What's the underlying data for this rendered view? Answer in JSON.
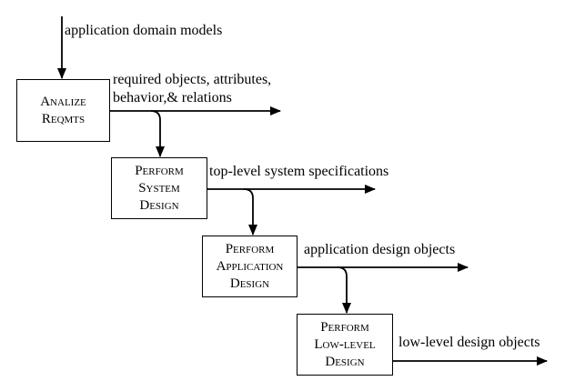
{
  "input_label": "application domain models",
  "boxes": [
    {
      "lines": [
        "Analize",
        "Reqmts"
      ]
    },
    {
      "lines": [
        "Perform",
        "System",
        "Design"
      ]
    },
    {
      "lines": [
        "Perform",
        "Application",
        "Design"
      ]
    },
    {
      "lines": [
        "Perform",
        "Low-level",
        "Design"
      ]
    }
  ],
  "outputs": [
    {
      "lines": [
        "required objects, attributes,",
        "behavior,& relations"
      ]
    },
    {
      "lines": [
        "top-level system specifications"
      ]
    },
    {
      "lines": [
        "application design objects"
      ]
    },
    {
      "lines": [
        "low-level design objects"
      ]
    }
  ],
  "colors": {
    "line": "#000000",
    "background": "#ffffff"
  }
}
